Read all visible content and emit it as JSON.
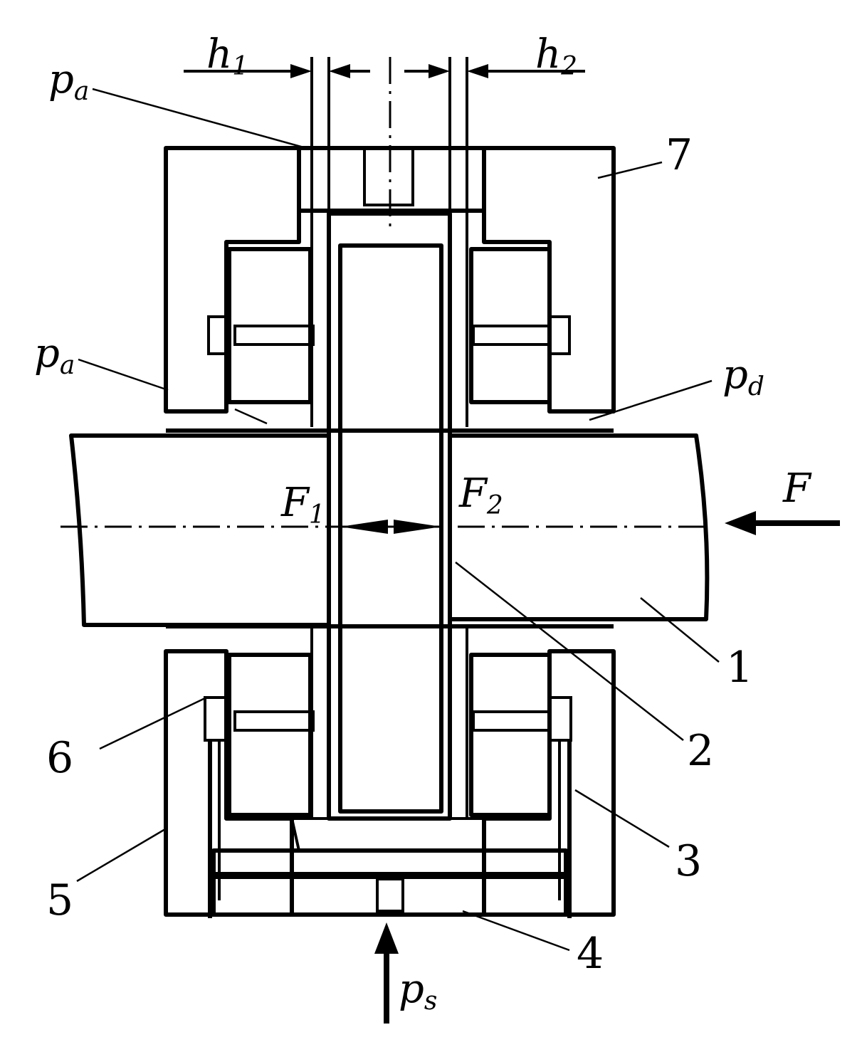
{
  "labels": {
    "h1": {
      "main": "h",
      "sub": "1"
    },
    "h2": {
      "main": "h",
      "sub": "2"
    },
    "pa_top": {
      "main": "p",
      "sub": "a"
    },
    "pa_left": {
      "main": "p",
      "sub": "a"
    },
    "pd": {
      "main": "p",
      "sub": "d"
    },
    "F1": {
      "main": "F",
      "sub": "1"
    },
    "F2": {
      "main": "F",
      "sub": "2"
    },
    "F": "F",
    "ps": {
      "main": "p",
      "sub": "s"
    }
  },
  "part_numbers": {
    "n1": "1",
    "n2": "2",
    "n3": "3",
    "n4": "4",
    "n5": "5",
    "n6": "6",
    "n7": "7"
  },
  "colors": {
    "ink": "#000000",
    "paper": "#ffffff"
  }
}
